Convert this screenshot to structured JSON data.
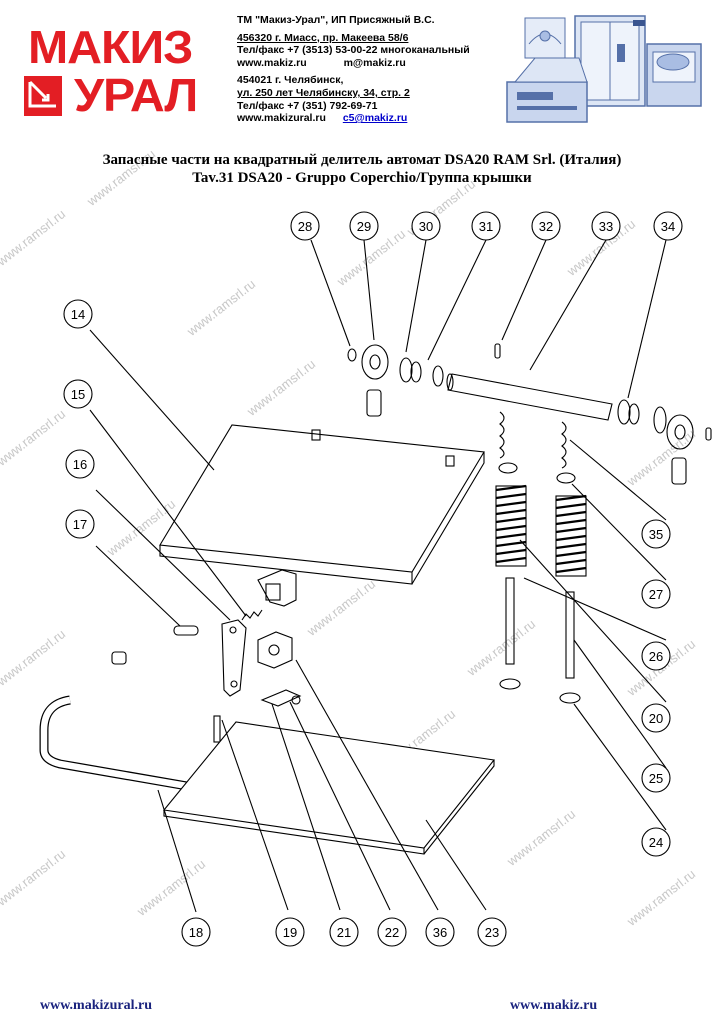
{
  "logo": {
    "line1": "МАКИЗ",
    "line2": "УРАЛ"
  },
  "contacts": {
    "line1": "ТМ \"Макиз-Урал\",     ИП Присяжный В.С.",
    "line2": "456320 г. Миасс, пр. Макеева 58/6",
    "line3": "Тел/факс +7 (3513) 53-00-22 многоканальный",
    "line4_a": "www.makiz.ru",
    "line4_b": "m@makiz.ru",
    "line5": "454021 г. Челябинск,",
    "line6": "ул. 250 лет Челябинску, 34, стр. 2",
    "line7": "Тел/факс +7 (351) 792-69-71",
    "line8_a": "www.makizural.ru",
    "line8_b": "c5@makiz.ru"
  },
  "title": {
    "line1": "Запасные части на квадратный делитель автомат DSA20 RAM Srl. (Италия)",
    "line2": "Tav.31 DSA20 - Gruppo Coperchio/Группа крышки"
  },
  "callouts": {
    "n14": "14",
    "n15": "15",
    "n16": "16",
    "n17": "17",
    "n18": "18",
    "n19": "19",
    "n20": "20",
    "n21": "21",
    "n22": "22",
    "n23": "23",
    "n24": "24",
    "n25": "25",
    "n26": "26",
    "n27": "27",
    "n28": "28",
    "n29": "29",
    "n30": "30",
    "n31": "31",
    "n32": "32",
    "n33": "33",
    "n34": "34",
    "n35": "35",
    "n36": "36"
  },
  "watermark": "www.ramsrl.ru",
  "footer": {
    "left": "www.makizural.ru",
    "right": "www.makiz.ru"
  },
  "colors": {
    "brand_red": "#e31e24",
    "link_blue": "#0000cc",
    "footer_blue": "#1a237e"
  }
}
